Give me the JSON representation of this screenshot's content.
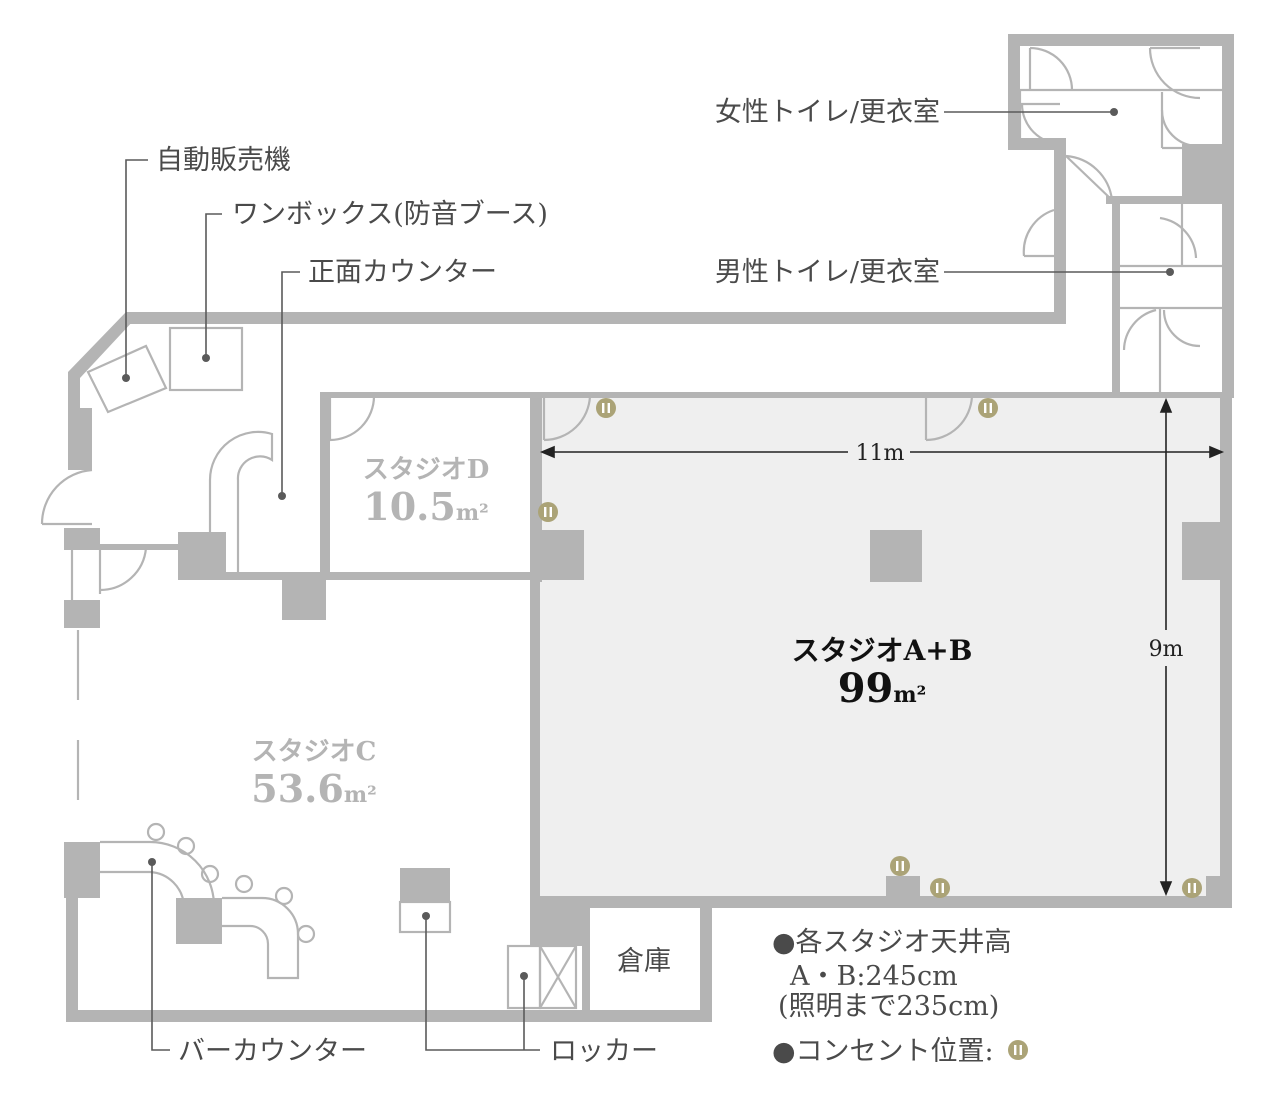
{
  "labels": {
    "vending": "自動販売機",
    "onebox": "ワンボックス(防音ブース)",
    "front_counter": "正面カウンター",
    "women": "女性トイレ/更衣室",
    "men": "男性トイレ/更衣室",
    "bar_counter": "バーカウンター",
    "locker": "ロッカー",
    "storage": "倉庫"
  },
  "rooms": {
    "studio_d": {
      "name": "スタジオD",
      "area": "10.5",
      "unit": "m²"
    },
    "studio_c": {
      "name": "スタジオC",
      "area": "53.6",
      "unit": "m²"
    },
    "studio_ab": {
      "name": "スタジオA+B",
      "area": "99",
      "unit": "m²"
    }
  },
  "dimensions": {
    "width": "11m",
    "depth": "9m"
  },
  "legend": {
    "ceiling_title": "●各スタジオ天井高",
    "ceiling_value": "A・B:245cm",
    "ceiling_note": "(照明まで235cm)",
    "outlet": "●コンセント位置:"
  },
  "colors": {
    "wall": "#b4b4b4",
    "floor_ab": "#efefef",
    "outlet": "#aba377",
    "line": "#5a5a5a"
  },
  "icons": {
    "outlet": "outlet-icon",
    "leader_dot": "leader-dot-icon"
  }
}
